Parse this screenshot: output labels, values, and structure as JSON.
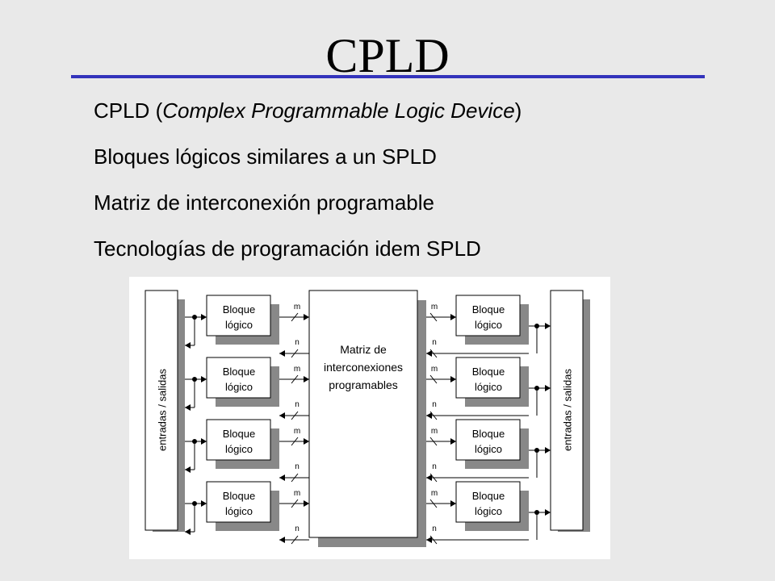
{
  "slide": {
    "title": "CPLD",
    "bullets": [
      {
        "prefix": "CPLD (",
        "italic": "Complex Programmable Logic Device",
        "suffix": ")"
      },
      {
        "text": "Bloques lógicos similares a un SPLD"
      },
      {
        "text": "Matriz de interconexión programable"
      },
      {
        "text": "Tecnologías de programación idem SPLD"
      }
    ]
  },
  "diagram": {
    "io_label": "entradas / salidas",
    "block_label": [
      "Bloque",
      "lógico"
    ],
    "matrix_label": [
      "Matriz de",
      "interconexiones",
      "programables"
    ],
    "bus_m": "m",
    "bus_n": "n",
    "colors": {
      "line": "#000000",
      "shadow": "#888888",
      "panel": "#ffffff"
    }
  }
}
